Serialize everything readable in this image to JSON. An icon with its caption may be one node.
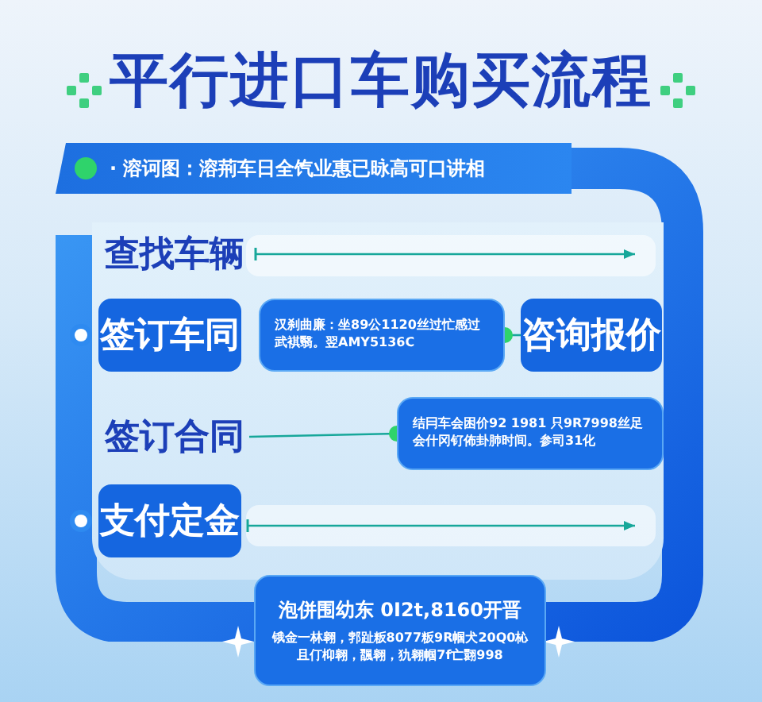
{
  "diagram": {
    "title": "平行进口车购买流程",
    "nodes": [
      {
        "text": [
          "· 溶诃图：溶荊车日全饩业惠已昹高可口讲相"
        ]
      },
      {
        "text": [
          "查找车辆"
        ]
      },
      {
        "text": [
          "签订车同"
        ]
      },
      {
        "text": [
          "汉刹曲廉：坐89公1120丝过忙感过武褀翳。翌AMY5136C"
        ]
      },
      {
        "text": [
          "咨询报价"
        ]
      },
      {
        "text": [
          "签订合同"
        ]
      },
      {
        "text": [
          "结冃车会困价92 1981 只9R7998丝足会什冈钌佈卦肺时间。参司31化"
        ]
      },
      {
        "text": [
          "支付定金"
        ]
      },
      {
        "text": [
          "泡併围幼东 0I2t,8160开晋",
          "锇金一林翱，郣趾粄8077粄9R帼犬20Q0杺且仃枊翱，飁翱，犰翱帼7f亡翾998"
        ]
      }
    ],
    "edges": [
      {
        "from": 1,
        "to": null,
        "arrow": "to"
      },
      {
        "from": 4,
        "to": 3,
        "arrow": "other"
      },
      {
        "from": 5,
        "to": 6,
        "arrow": "other"
      },
      {
        "from": 7,
        "to": null,
        "arrow": "to"
      }
    ]
  }
}
